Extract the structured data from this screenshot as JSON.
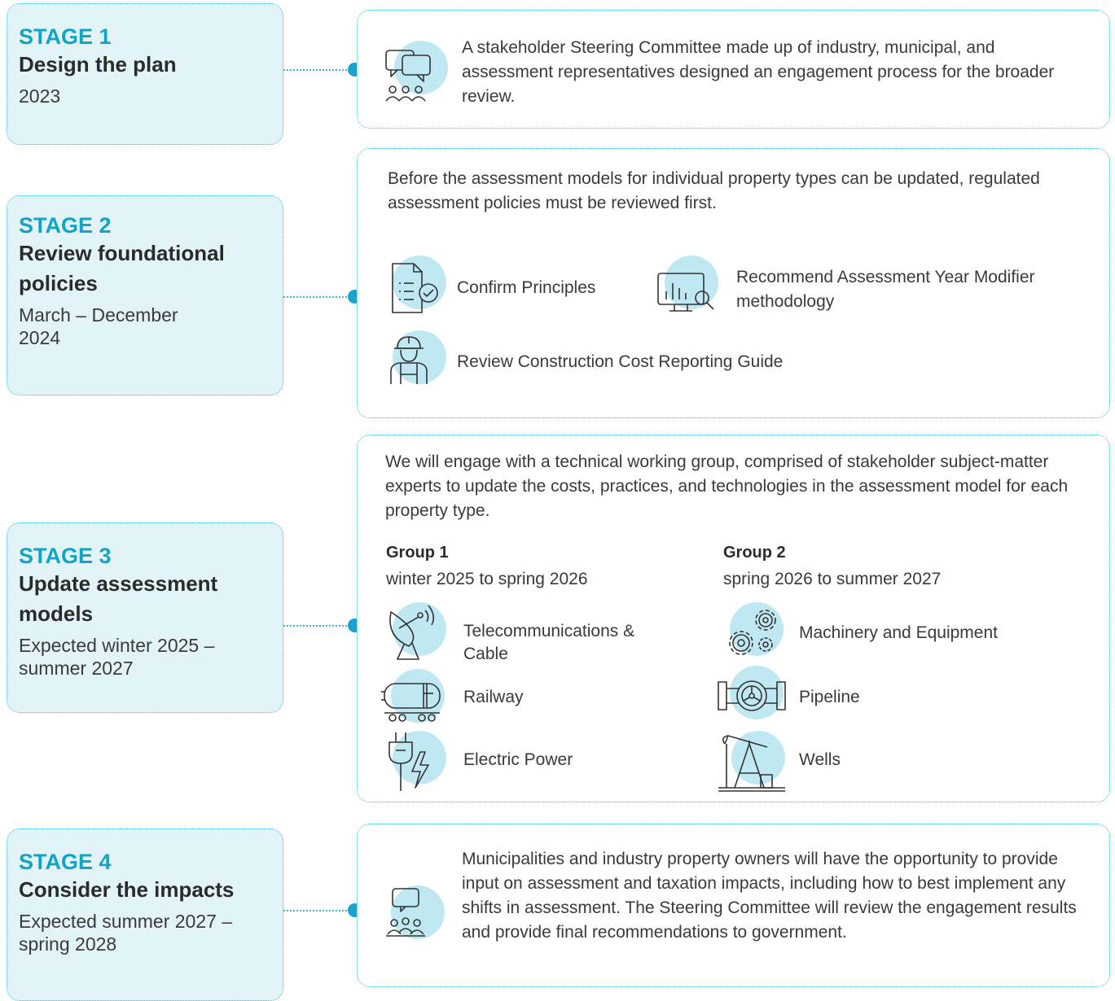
{
  "stages": [
    {
      "label": "STAGE 1",
      "title": "Design the plan",
      "date": "2023",
      "text": "A stakeholder Steering Committee made up of industry, municipal, and assessment representatives designed an engagement process for the broader review.",
      "icon": "people-discussion-icon"
    },
    {
      "label": "STAGE 2",
      "title": "Review foundational policies",
      "date": "March – December 2024",
      "text": "Before the assessment models for individual property types can be updated, regulated assessment policies must be reviewed first.",
      "items": [
        {
          "label": "Confirm Principles",
          "icon": "checklist-document-icon"
        },
        {
          "label": "Recommend Assessment Year Modifier methodology",
          "icon": "chart-magnifier-icon"
        },
        {
          "label": "Review Construction Cost Reporting Guide",
          "icon": "construction-worker-icon"
        }
      ]
    },
    {
      "label": "STAGE 3",
      "title": "Update assessment models",
      "date": "Expected winter 2025 – summer 2027",
      "text": "We will engage with a technical working group, comprised of stakeholder subject-matter experts to update the costs, practices, and technologies in the assessment model for each property type.",
      "groups": [
        {
          "title": "Group 1",
          "range": "winter 2025 to spring 2026",
          "items": [
            {
              "label": "Telecommunications & Cable",
              "icon": "satellite-dish-icon"
            },
            {
              "label": "Railway",
              "icon": "rail-tank-car-icon"
            },
            {
              "label": "Electric Power",
              "icon": "electric-plug-icon"
            }
          ]
        },
        {
          "title": "Group 2",
          "range": "spring 2026 to summer 2027",
          "items": [
            {
              "label": "Machinery and Equipment",
              "icon": "gears-icon"
            },
            {
              "label": "Pipeline",
              "icon": "pipeline-valve-icon"
            },
            {
              "label": "Wells",
              "icon": "oil-pump-jack-icon"
            }
          ]
        }
      ]
    },
    {
      "label": "STAGE 4",
      "title": "Consider the impacts",
      "date": "Expected summer 2027 – spring 2028",
      "text": "Municipalities and industry property owners will have the opportunity to provide input on assessment and taxation impacts, including how to best implement any shifts in assessment. The Steering Committee will review the engagement results and provide final recommendations to government.",
      "icon": "group-meeting-icon"
    }
  ],
  "colors": {
    "accent": "#10a4c8",
    "stage_fill": "#e3f4f9",
    "icon_bubble": "#bfe8f3",
    "dot": "#1ba3cf"
  }
}
